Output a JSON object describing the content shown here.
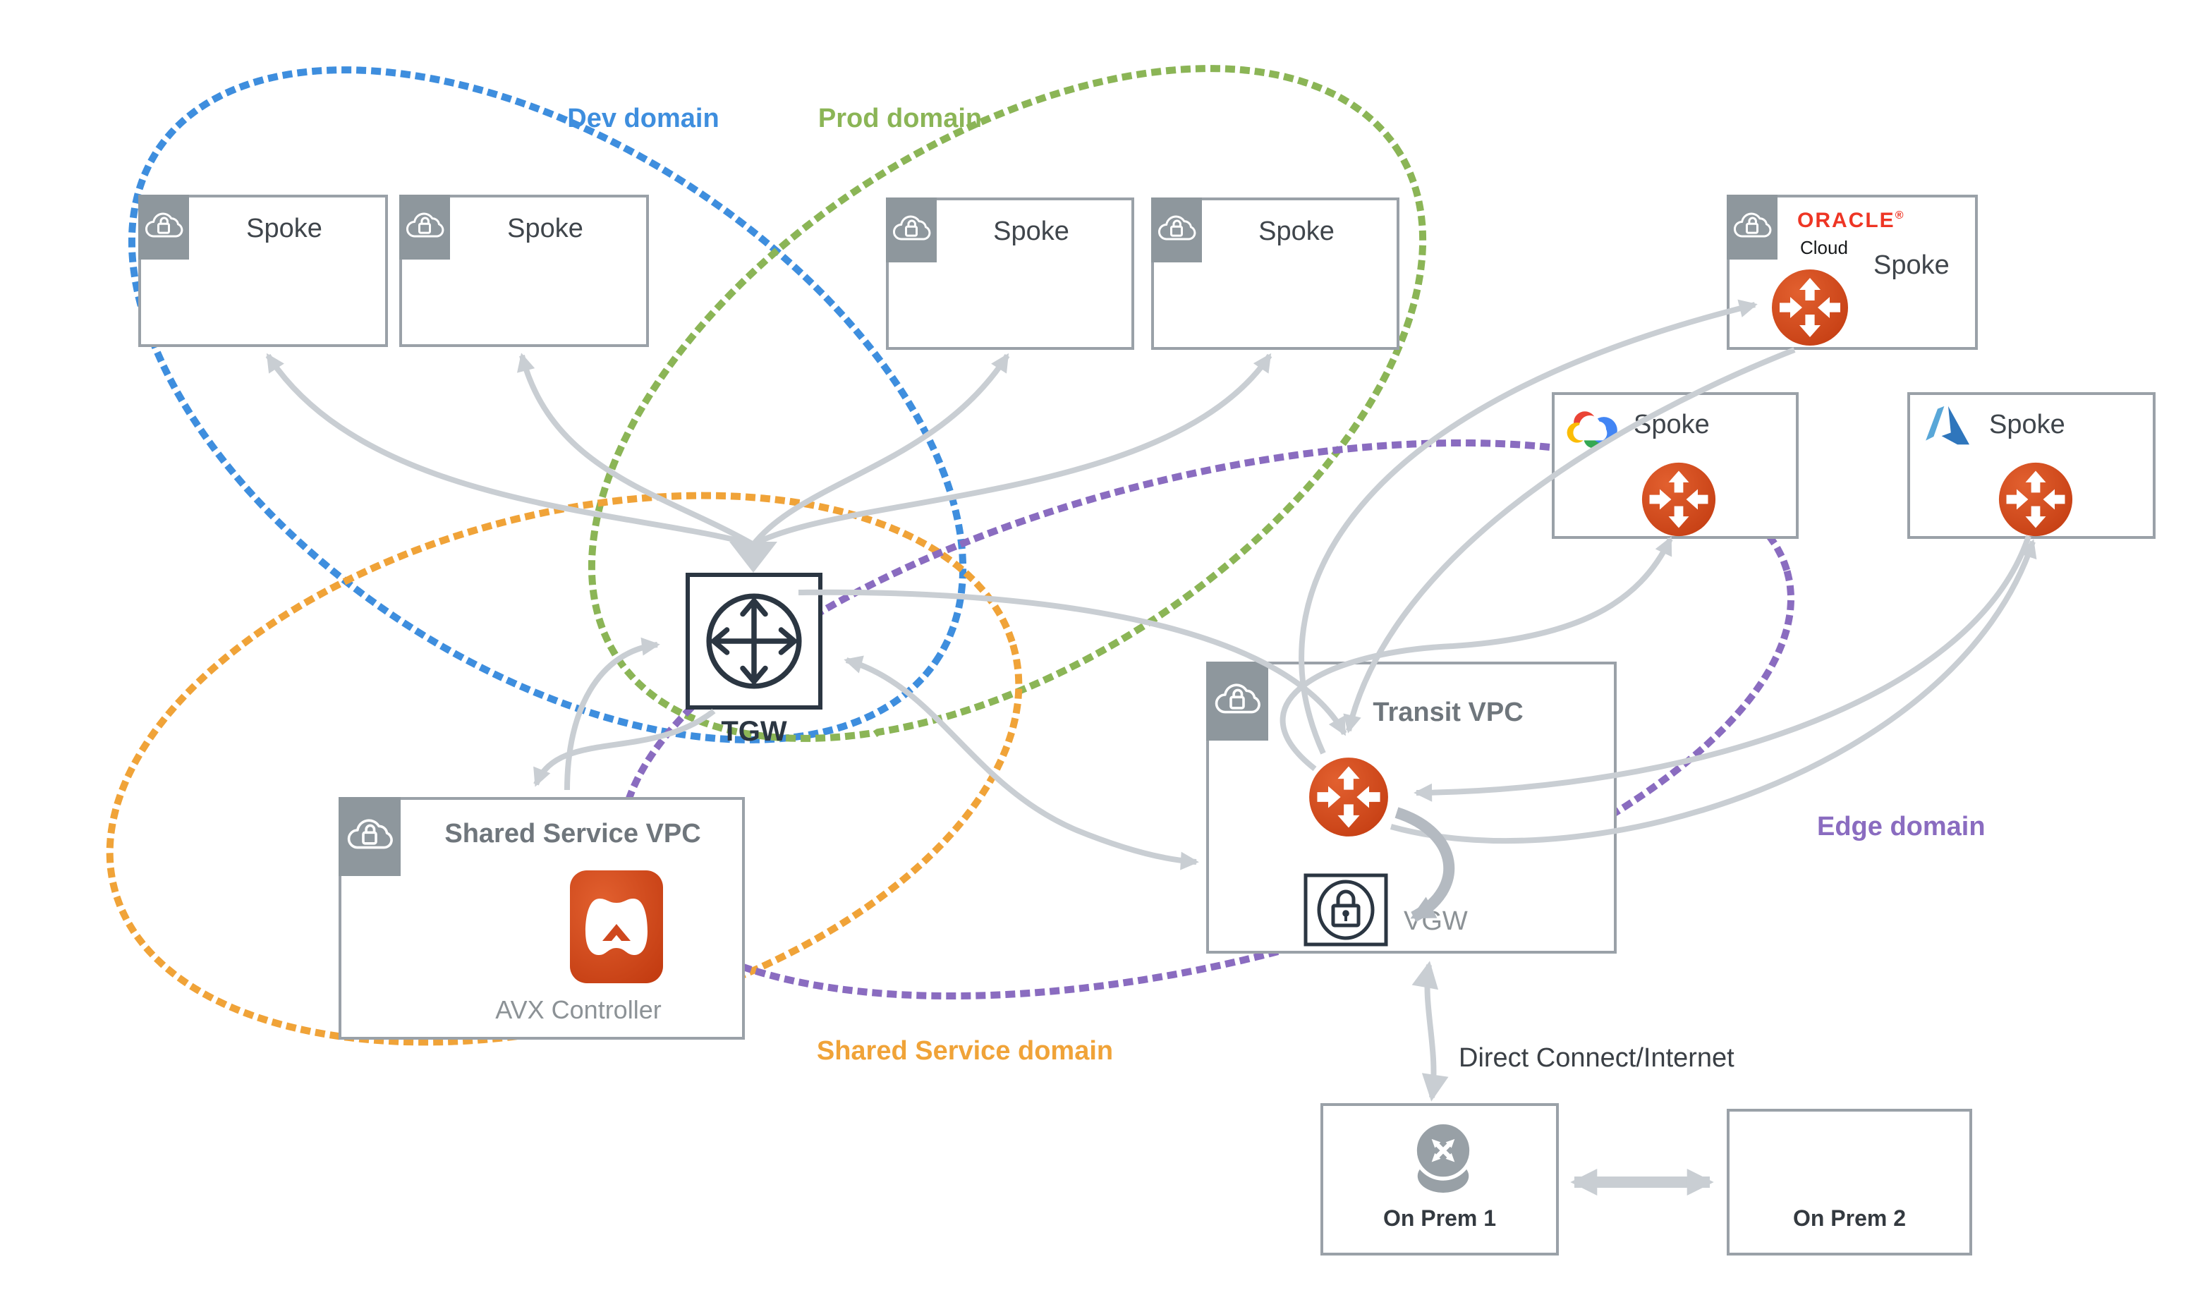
{
  "domains": {
    "dev": {
      "label": "Dev domain",
      "color": "#3e8ede"
    },
    "prod": {
      "label": "Prod domain",
      "color": "#8bb556"
    },
    "shared": {
      "label": "Shared Service domain",
      "color": "#f0a338"
    },
    "edge": {
      "label": "Edge domain",
      "color": "#8a6cc0"
    }
  },
  "spokes": {
    "dev": [
      "Spoke",
      "Spoke"
    ],
    "prod": [
      "Spoke",
      "Spoke"
    ],
    "oracle": {
      "brand": "ORACLE",
      "mark": "®",
      "sub": "Cloud",
      "label": "Spoke"
    },
    "gcp": {
      "label": "Spoke"
    },
    "azure": {
      "label": "Spoke"
    }
  },
  "hub": {
    "tgw_label": "TGW"
  },
  "shared_service_vpc": {
    "title": "Shared Service VPC",
    "controller": "AVX Controller"
  },
  "transit_vpc": {
    "title": "Transit VPC",
    "vgw": "VGW"
  },
  "on_prem": {
    "site1": "On Prem 1",
    "site2": "On Prem 2"
  },
  "links": {
    "direct_connect": "Direct Connect/Internet"
  },
  "icons": {
    "aws_vpc": "cloud-lock-icon",
    "tgw": "four-way-cross-arrows-circle-icon",
    "aviatrix_gateway": "orange-circle-four-arrows-icon",
    "avx_controller": "aviatrix-controller-gamepad-icon",
    "vgw": "lock-in-ellipse-icon",
    "router": "router-diagonal-arrows-icon",
    "gcp": "google-cloud-logo",
    "azure": "azure-logo",
    "oracle": "oracle-cloud-logo"
  },
  "colors": {
    "dev_domain": "#3e8ede",
    "prod_domain": "#8bb556",
    "shared_domain": "#f0a338",
    "edge_domain": "#8a6cc0",
    "arrow": "#c9ced3",
    "arrow_dark": "#b4bac1",
    "box_border": "#9aa1a8",
    "tab": "#8e979d",
    "aviatrix": "#cf481e",
    "oracle_red": "#ee3524",
    "ink": "#3f454b",
    "box_title": "#6f767c",
    "navy": "#2b3642",
    "label_gray": "#8c9296"
  }
}
